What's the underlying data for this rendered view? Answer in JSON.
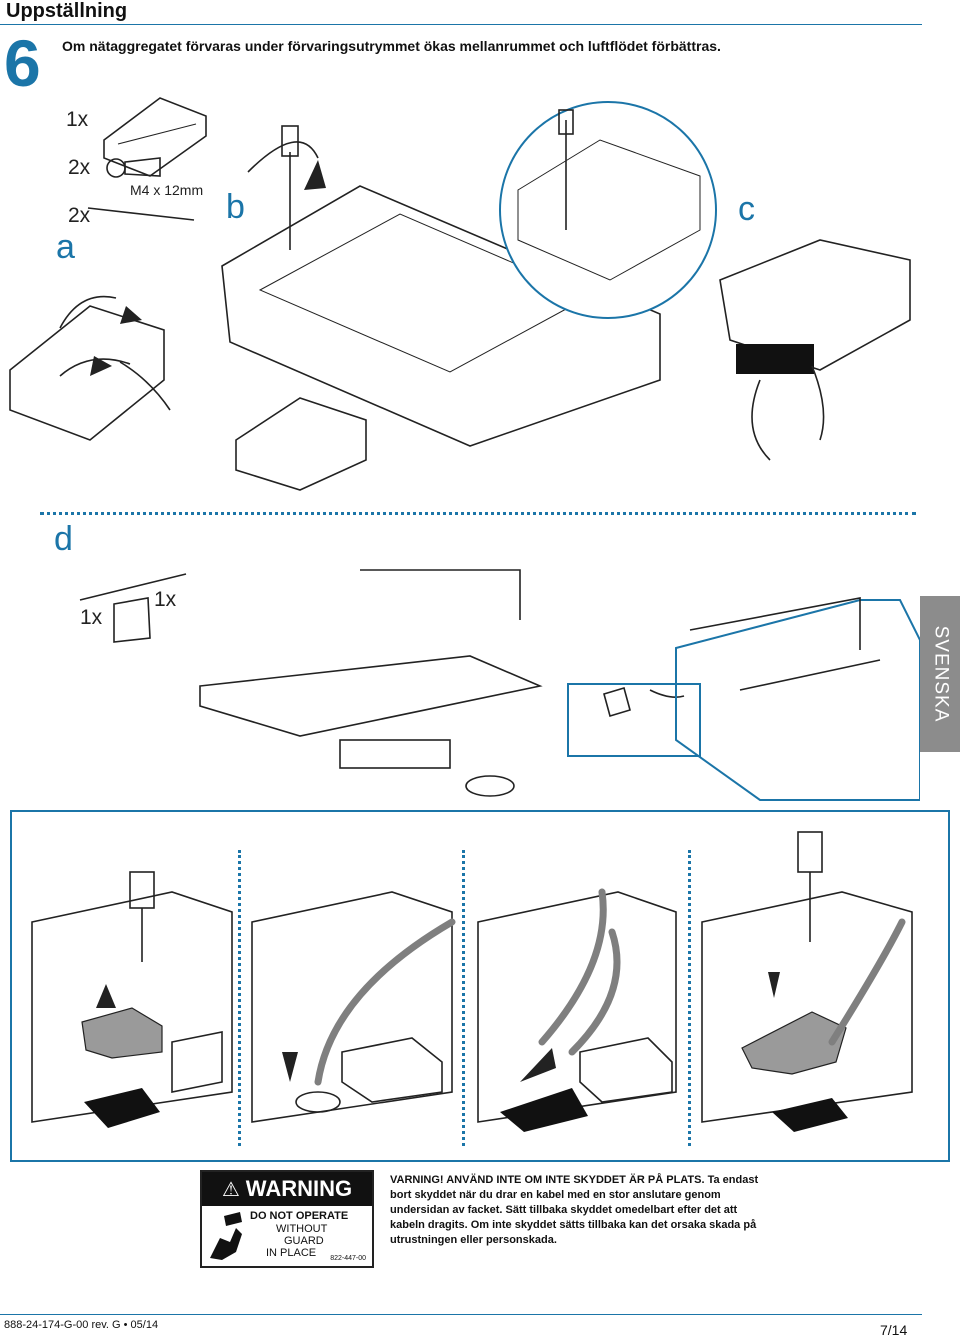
{
  "header": {
    "section_title": "Uppställning",
    "step_number": "6",
    "step_text": "Om nätaggregatet förvaras under förvaringsutrymmet ökas mellanrummet och luftflödet förbättras."
  },
  "panel_a": {
    "letter": "a",
    "qty_bracket": "1x",
    "qty_screws": "2x",
    "screw_spec": "M4 x 12mm",
    "qty_ties": "2x"
  },
  "panel_b": {
    "letter": "b"
  },
  "panel_c": {
    "letter": "c"
  },
  "panel_d": {
    "letter": "d",
    "qty_tie": "1x",
    "qty_mount": "1x"
  },
  "side_tab": {
    "label": "SVENSKA"
  },
  "warning_label": {
    "heading": "WARNING",
    "line1": "DO NOT OPERATE",
    "line2": "WITHOUT",
    "line3": "GUARD",
    "line4": "IN PLACE",
    "code": "822-447-00"
  },
  "warning_text": "VARNING! ANVÄND INTE OM INTE SKYDDET ÄR PÅ PLATS. Ta endast bort skyddet när du drar en kabel med en stor anslutare genom undersidan av facket. Sätt tillbaka skyddet omedelbart efter det att kabeln dragits. Om inte skyddet sätts tillbaka kan det orsaka skada på utrustningen eller personskada.",
  "footer": {
    "doc_number": "888-24-174-G-00 rev. G • 05/14",
    "page": "7/14"
  },
  "colors": {
    "accent": "#1b75a8",
    "tab_gray": "#8c8c8c"
  }
}
